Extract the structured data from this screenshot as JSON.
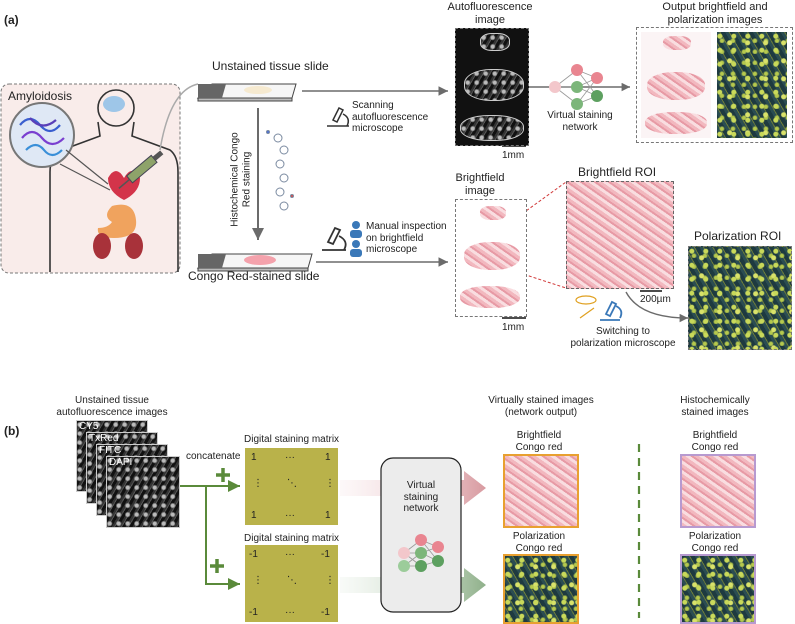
{
  "panel_a": {
    "letter": "(a)",
    "amyloidosis": "Amyloidosis",
    "unstained_slide": "Unstained tissue slide",
    "congo_slide": "Congo Red-stained slide",
    "histochem_line1": "Histochemical Congo",
    "histochem_line2": "Red staining",
    "scanning_1": "Scanning",
    "scanning_2": "autofluorescence",
    "scanning_3": "microscope",
    "manual_1": "Manual inspection",
    "manual_2": "on brightfield",
    "manual_3": "microscope",
    "autofluor_1": "Autofluorescence",
    "autofluor_2": "image",
    "scale_1mm_top": "1mm",
    "virtual_net_1": "Virtual staining",
    "virtual_net_2": "network",
    "output_1": "Output brightfield and",
    "output_2": "polarization  images",
    "bf_image_1": "Brightfield",
    "bf_image_2": "image",
    "scale_1mm_bottom": "1mm",
    "bf_roi": "Brightfield ROI",
    "scale_200": "200µm",
    "pol_roi": "Polarization ROI",
    "switch_1": "Switching to",
    "switch_2": "polarization  microscope"
  },
  "panel_b": {
    "letter": "(b)",
    "unstained_1": "Unstained tissue",
    "unstained_2": "autofluorescence images",
    "channels": [
      "CY5",
      "TxRed",
      "FITC",
      "DAPI"
    ],
    "concatenate": "concatenate",
    "matrix_title_top": "Digital staining matrix",
    "matrix_title_bottom": "Digital staining matrix",
    "matrix_top": {
      "tl": "1",
      "tm": "···",
      "tr": "1",
      "ml": "⋮",
      "mm": "⋱",
      "mr": "⋮",
      "bl": "1",
      "bm": "···",
      "br": "1"
    },
    "matrix_bottom": {
      "tl": "-1",
      "tm": "···",
      "tr": "-1",
      "ml": "⋮",
      "mm": "⋱",
      "mr": "⋮",
      "bl": "-1",
      "bm": "···",
      "br": "-1"
    },
    "network_1": "Virtual",
    "network_2": "staining",
    "network_3": "network",
    "virt_title_1": "Virtually stained images",
    "virt_title_2": "(network output)",
    "hist_title_1": "Histochemically",
    "hist_title_2": "stained images",
    "bf_cr_1": "Brightfield",
    "bf_cr_2": "Congo red",
    "bf_cr_3": "Brightfield",
    "bf_cr_4": "Congo red",
    "pol_cr_1": "Polarization",
    "pol_cr_2": "Congo red",
    "pol_cr_3": "Polarization",
    "pol_cr_4": "Congo red"
  },
  "colors": {
    "arrow_gray": "#6b6b6b",
    "green": "#5a8a3a",
    "pink_arrow": "#d89aa0",
    "green_arrow": "#8fb08a",
    "matrix_olive": "#b9b24a",
    "pink_tissue": "#f2b8bf",
    "roi_red": "#d13a3a",
    "orange_frame": "#e8a030",
    "purple_frame": "#b79ad0"
  }
}
